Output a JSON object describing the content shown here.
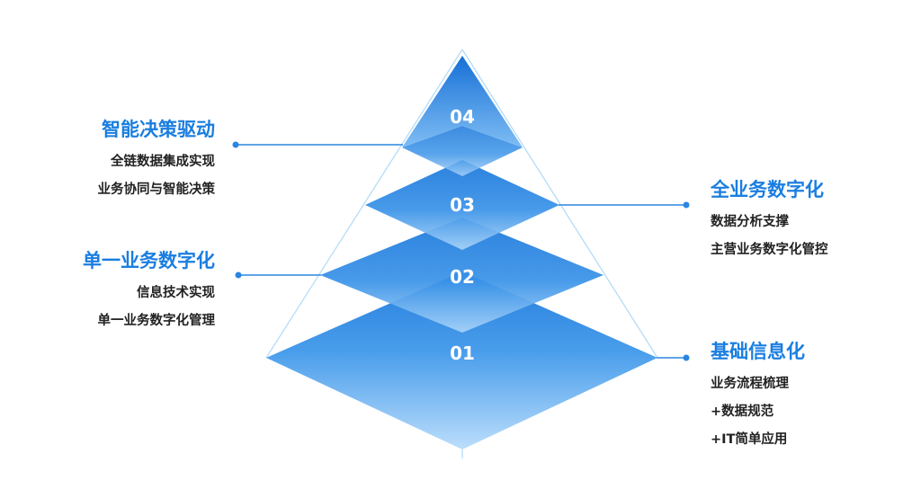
{
  "colors": {
    "accent": "#1a7ee0",
    "pyramid_dark": "#1670d6",
    "pyramid_light": "#bfe0fb",
    "text": "#222222"
  },
  "levels": [
    {
      "number": "04",
      "title": "智能决策驱动",
      "lines": [
        "全链数据集成实现",
        "业务协同与智能决策"
      ]
    },
    {
      "number": "03",
      "title": "全业务数字化",
      "lines": [
        "数据分析支撑",
        "主营业务数字化管控"
      ]
    },
    {
      "number": "02",
      "title": "单一业务数字化",
      "lines": [
        "信息技术实现",
        "单一业务数字化管理"
      ]
    },
    {
      "number": "01",
      "title": "基础信息化",
      "lines": [
        "业务流程梳理",
        "+数据规范",
        "+IT简单应用"
      ]
    }
  ]
}
